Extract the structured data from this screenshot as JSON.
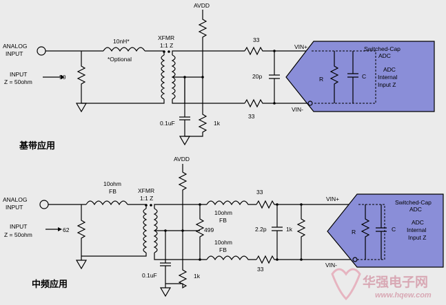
{
  "baseband": {
    "input_label_1": "ANALOG",
    "input_label_2": "INPUT",
    "input_z_1": "INPUT",
    "input_z_2": "Z = 50ohm",
    "term_resistor": "50",
    "inductor": "10nH*",
    "optional_note": "*Optional",
    "xfmr_1": "XFMR",
    "xfmr_2": "1:1 Z",
    "avdd": "AVDD",
    "cap_bias": "0.1uF",
    "res_bias": "1k",
    "series_top": "33",
    "series_bottom": "33",
    "shunt_cap": "20p",
    "vin_plus": "VIN+",
    "vin_minus": "VIN-",
    "adc_title_1": "Switched-Cap",
    "adc_title_2": "ADC",
    "adc_r": "R",
    "adc_c": "C",
    "adc_z_1": "ADC",
    "adc_z_2": "Internal",
    "adc_z_3": "Input Z",
    "caption": "基带应用"
  },
  "if": {
    "input_label_1": "ANALOG",
    "input_label_2": "INPUT",
    "input_z_1": "INPUT",
    "input_z_2": "Z = 50ohm",
    "term_resistor": "62",
    "fb_in_1": "10ohm",
    "fb_in_2": "FB",
    "xfmr_1": "XFMR",
    "xfmr_2": "1:1 Z",
    "avdd": "AVDD",
    "cap_bias": "0.1uF",
    "res_bias": "1k",
    "res_499": "499",
    "fb_top_1": "10ohm",
    "fb_top_2": "FB",
    "fb_bot_1": "10ohm",
    "fb_bot_2": "FB",
    "series_top": "33",
    "series_bottom": "33",
    "shunt_cap": "2.2p",
    "shunt_res": "1k",
    "vin_plus": "VIN+",
    "vin_minus": "VIN-",
    "adc_title_1": "Switched-Cap",
    "adc_title_2": "ADC",
    "adc_r": "R",
    "adc_c": "C",
    "adc_z_1": "ADC",
    "adc_z_2": "Internal",
    "adc_z_3": "Input Z",
    "caption": "中频应用"
  },
  "watermark": {
    "name": "华强电子网",
    "url": "www.hqew.com"
  }
}
